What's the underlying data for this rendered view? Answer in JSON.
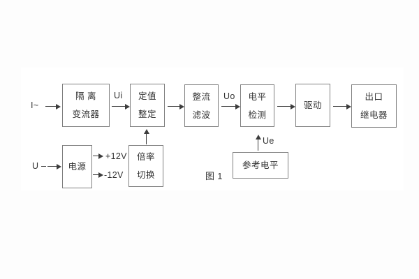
{
  "figure": {
    "caption": "图 1",
    "background": "#fdfdfd",
    "colors": {
      "box_border": "#7f7f7f",
      "text": "#333333",
      "line": "#3c3c3c",
      "box_fill": "#ffffff"
    },
    "inputs": {
      "current": "I~",
      "voltage": "U"
    },
    "signals": {
      "ui": "Ui",
      "uo": "Uo",
      "ue": "Ue",
      "plus12v": "+12V",
      "minus12v": "-12V"
    },
    "blocks": {
      "isolation": {
        "line1": "隔 离",
        "line2": "变流器"
      },
      "setting": {
        "line1": "定值",
        "line2": "整定"
      },
      "rectifier": {
        "line1": "整流",
        "line2": "滤波"
      },
      "level": {
        "line1": "电平",
        "line2": "检测"
      },
      "drive": {
        "line1": "驱动"
      },
      "output": {
        "line1": "出口",
        "line2": "继电器"
      },
      "power": {
        "line1": "电源"
      },
      "ratio": {
        "line1": "倍率",
        "line2": "切换"
      },
      "reference": {
        "line1": "参考电平"
      }
    }
  }
}
